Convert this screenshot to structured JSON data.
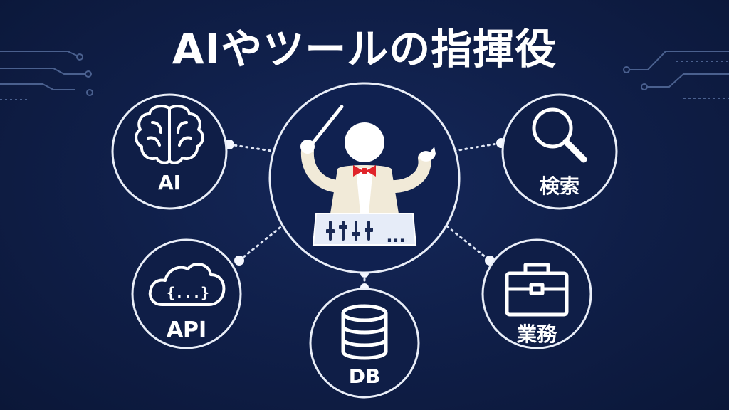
{
  "title": "AIやツールの指揮役",
  "nodes": {
    "ai": {
      "label": "AI",
      "icon": "brain-icon"
    },
    "search": {
      "label": "検索",
      "icon": "magnifier-icon"
    },
    "api": {
      "label": "API",
      "icon": "cloud-code-icon",
      "icon_text": "{...}"
    },
    "db": {
      "label": "DB",
      "icon": "database-icon"
    },
    "business": {
      "label": "業務",
      "icon": "briefcase-icon"
    }
  },
  "center": {
    "icon": "conductor-icon",
    "console_text": "..."
  },
  "colors": {
    "background": "#0f1e47",
    "line": "#dfe6f5",
    "bowtie": "#e0242a",
    "jacket": "#f1ead8"
  }
}
